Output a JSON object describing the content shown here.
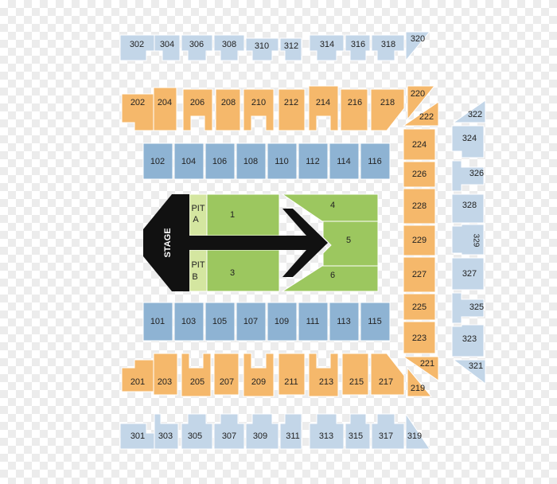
{
  "colors": {
    "level_100": "#8eb3d3",
    "level_200": "#f5b86b",
    "level_300": "#c3d6e8",
    "floor": "#9cc75f",
    "pit": "#d4e6a0",
    "stage": "#111111",
    "stage_label": "#ffffff"
  },
  "stage": {
    "label": "STAGE"
  },
  "floor": {
    "pits": [
      {
        "id": "pit-a",
        "line1": "PIT",
        "line2": "A"
      },
      {
        "id": "pit-b",
        "line1": "PIT",
        "line2": "B"
      }
    ],
    "sections": [
      {
        "id": "floor-1",
        "label": "1"
      },
      {
        "id": "floor-3",
        "label": "3"
      },
      {
        "id": "floor-4",
        "label": "4"
      },
      {
        "id": "floor-5",
        "label": "5"
      },
      {
        "id": "floor-6",
        "label": "6"
      }
    ]
  },
  "sections": {
    "row_300_top": [
      "302",
      "304",
      "306",
      "308",
      "310",
      "312",
      "314",
      "316",
      "318",
      "320"
    ],
    "row_200_top": [
      "202",
      "204",
      "206",
      "208",
      "210",
      "212",
      "214",
      "216",
      "218",
      "220"
    ],
    "row_100_top": [
      "102",
      "104",
      "106",
      "108",
      "110",
      "112",
      "114",
      "116"
    ],
    "row_100_bottom": [
      "101",
      "103",
      "105",
      "107",
      "109",
      "111",
      "113",
      "115"
    ],
    "row_200_bottom": [
      "201",
      "203",
      "205",
      "207",
      "209",
      "211",
      "213",
      "215",
      "217",
      "219"
    ],
    "row_300_bottom": [
      "301",
      "303",
      "305",
      "307",
      "309",
      "311",
      "313",
      "315",
      "317",
      "319"
    ],
    "col_200_end": [
      "222",
      "224",
      "226",
      "228",
      "229",
      "227",
      "225",
      "223",
      "221"
    ],
    "col_300_end": [
      "322",
      "324",
      "326",
      "328",
      "329",
      "327",
      "325",
      "323",
      "321"
    ]
  }
}
